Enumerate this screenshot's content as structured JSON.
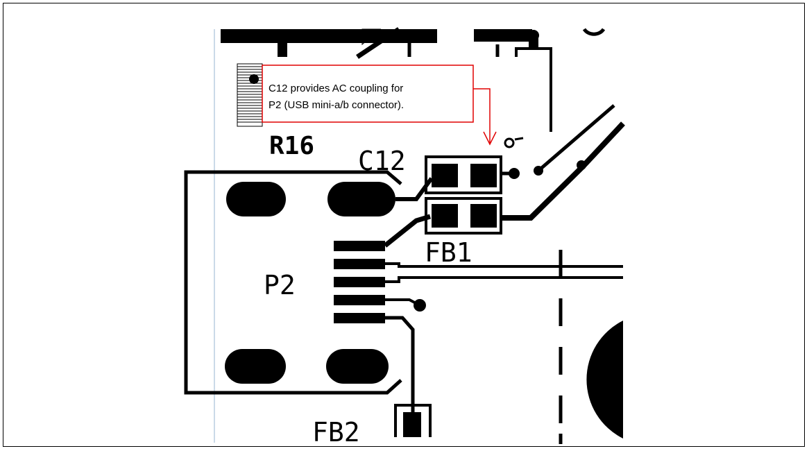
{
  "callout": {
    "line1": "C12 provides AC coupling for",
    "line2": "P2 (USB mini-a/b connector).",
    "border_color": "#e00000",
    "arrow_color": "#e00000"
  },
  "labels": {
    "r16": "R16",
    "c12": "C12",
    "fb1": "FB1",
    "p2": "P2",
    "fb2": "FB2"
  },
  "colors": {
    "trace": "#000000",
    "background": "#ffffff",
    "guide_line": "#a8c0d8"
  }
}
